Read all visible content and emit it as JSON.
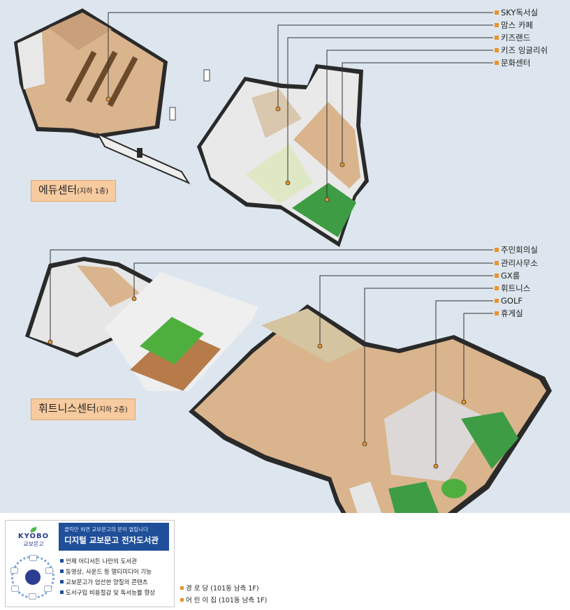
{
  "labels": {
    "edu_center": {
      "name": "에듀센터",
      "floor": "(지하 1층)"
    },
    "fitness_center": {
      "name": "휘트니스센터",
      "floor": "(지하 2층)"
    }
  },
  "callouts_upper": [
    "SKY독서실",
    "맘스 카페",
    "키즈랜드",
    "키즈 잉글리쉬",
    "문화센터"
  ],
  "callouts_lower": [
    "주민회의실",
    "관리사무소",
    "GX룸",
    "휘트니스",
    "GOLF",
    "휴게실"
  ],
  "ad": {
    "brand": "KYOBO",
    "brand_korean": "교보문고",
    "header_sub": "클릭만 하면 교보문고의 문이 열립니다",
    "header_title": "디지털 교보문고 전자도서관",
    "bullets": [
      "언제 어디서든 나만의 도서관",
      "동영상, 사운드 등 멀티미디어 기능",
      "교보문고가 엄선한 양질의 콘텐츠",
      "도서구입 비용절감 및 독서능률 향상"
    ]
  },
  "facilities": [
    "경  로  당 (101동 남측 1F)",
    "어 린 이 집 (101동 남측 1F)"
  ],
  "colors": {
    "accent": "#e8932b",
    "label_fill": "#f7cba0",
    "background": "#dde6ee",
    "floor_wood": "#d9b48c",
    "wall": "#2a2a2a",
    "green_area": "#3e9c45",
    "brand_blue": "#1f4f99"
  },
  "icons": [
    "kyobo-leaf-icon",
    "bullet-square-icon",
    "callout-marker-icon"
  ]
}
